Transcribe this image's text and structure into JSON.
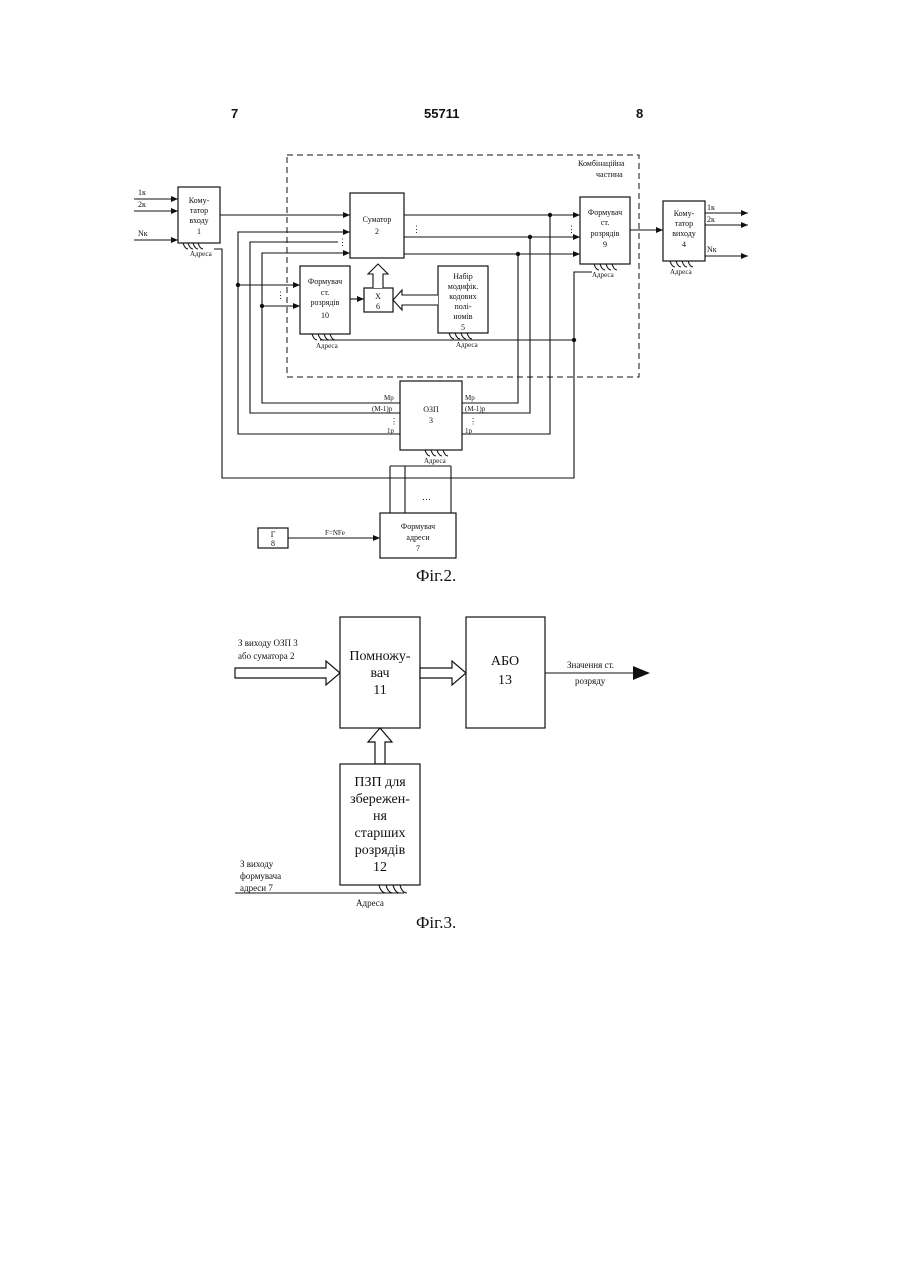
{
  "header": {
    "page_left": "7",
    "patent_number": "55711",
    "page_right": "8"
  },
  "fig2": {
    "caption": "Фіг.2.",
    "combinational_label": [
      "Комбінаційна",
      "частина"
    ],
    "input_switch": {
      "lines": [
        "Кому-",
        "татор",
        "входу",
        "1"
      ],
      "address": "Адреса"
    },
    "inputs": [
      "1к",
      "2к",
      "Nк"
    ],
    "adder": {
      "lines": [
        "Суматор",
        "2"
      ]
    },
    "former9": {
      "lines": [
        "Формувач",
        "ст.",
        "розрядів",
        "9"
      ],
      "address": "Адреса"
    },
    "output_switch": {
      "lines": [
        "Кому-",
        "татор",
        "виходу",
        "4"
      ],
      "address": "Адреса"
    },
    "outputs": [
      "1к",
      "2к",
      "Nк"
    ],
    "former10": {
      "lines": [
        "Формувач",
        "ст.",
        "розрядів",
        "10"
      ],
      "address": "Адреса"
    },
    "multiplier6": {
      "lines": [
        "X",
        "6"
      ]
    },
    "poly_set5": {
      "lines": [
        "Набір",
        "модифік.",
        "кодових",
        "полі-",
        "номів",
        "5"
      ],
      "address": "Адреса"
    },
    "ram3": {
      "lines": [
        "ОЗП",
        "3"
      ],
      "address": "Адреса",
      "left_labels": [
        "Мр",
        "(М-1)р",
        "1р"
      ],
      "right_labels": [
        "Мр",
        "(М-1)р",
        "1р"
      ]
    },
    "source8": {
      "lines": [
        "Г",
        "8"
      ]
    },
    "f_label": "F=NFe",
    "address_former7": {
      "lines": [
        "Формувач",
        "адреси",
        "7"
      ]
    }
  },
  "fig3": {
    "caption": "Фіг.3.",
    "input_label": [
      "З виходу ОЗП 3",
      "або суматора 2"
    ],
    "multiplier11": {
      "lines": [
        "Помножу-",
        "вач",
        "11"
      ]
    },
    "or13": {
      "lines": [
        "АБО",
        "13"
      ]
    },
    "output_label": [
      "Значення ст.",
      "розряду"
    ],
    "rom12": {
      "lines": [
        "ПЗП для",
        "збережен-",
        "ня",
        "старших",
        "розрядів",
        "12"
      ]
    },
    "address_source_label": [
      "З виходу",
      "формувача",
      "адреси 7"
    ],
    "address_label": "Адреса"
  }
}
